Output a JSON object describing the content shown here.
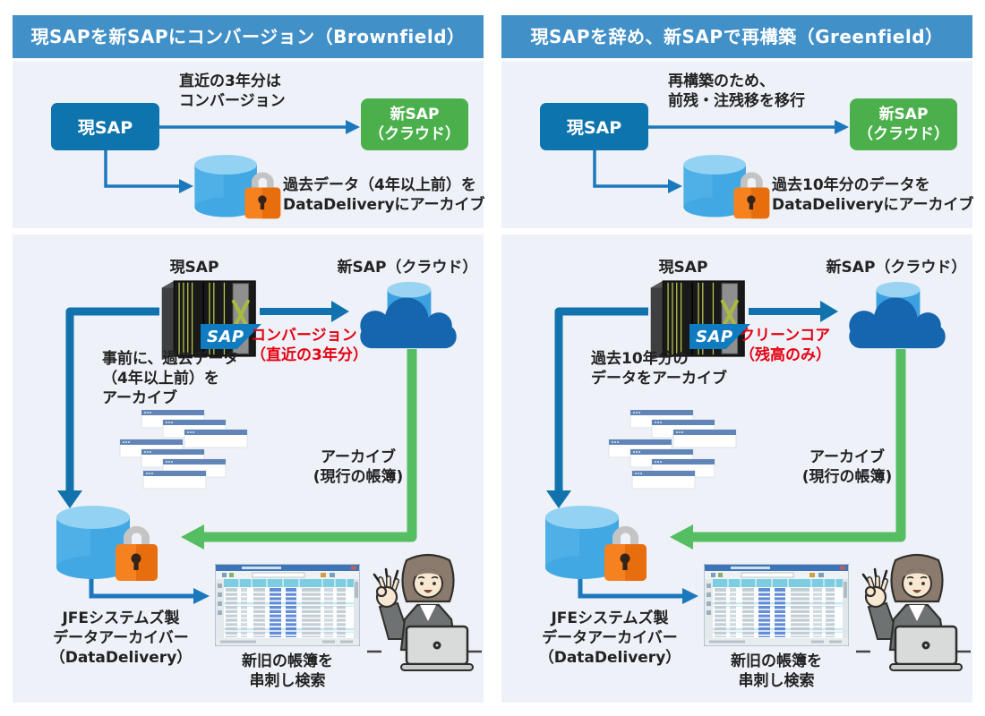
{
  "colors": {
    "header_bg": "#4190c8",
    "panel_bg": "#eef2f8",
    "primary_blue_box": "#0e74ae",
    "arrow_blue": "#1b78bd",
    "thick_arrow_blue": "#1272ae",
    "green_box": "#4bb04c",
    "green_arrow": "#55bd62",
    "red_label": "#e60012",
    "db_cylinder_blue": "#41a8e4",
    "lock_orange": "#f5821f",
    "cloud_dark_blue": "#1565af",
    "sap_logo_blue": "#0f7bc0",
    "text_dark": "#222222"
  },
  "columns": [
    {
      "header": "現SAPを新SAPにコンバージョン（Brownfield）",
      "top": {
        "source": "現SAP",
        "arrow_lines": [
          "直近の3年分は",
          "コンバージョン"
        ],
        "target_lines": [
          "新SAP",
          "（クラウド）"
        ],
        "archive_lines": [
          "過去データ（4年以上前）を",
          "DataDeliveryにアーカイブ"
        ]
      },
      "bottom": {
        "source_label": "現SAP",
        "target_label": "新SAP（クラウド）",
        "sap_logo": "SAP",
        "migration_lines": [
          "コンバージョン",
          "（直近の3年分）"
        ],
        "pre_archive_lines": [
          "事前に、過去データ",
          "（4年以上前）を",
          "アーカイブ"
        ],
        "archive_flow_lines": [
          "アーカイブ",
          "(現行の帳簿)"
        ],
        "archiver_lines": [
          "JFEシステムズ製",
          "データアーカイバー",
          "（DataDelivery）"
        ],
        "search_lines": [
          "新旧の帳簿を",
          "串刺し検索"
        ]
      }
    },
    {
      "header": "現SAPを辞め、新SAPで再構築（Greenfield）",
      "top": {
        "source": "現SAP",
        "arrow_lines": [
          "再構築のため、",
          "前残・注残移を移行"
        ],
        "target_lines": [
          "新SAP",
          "（クラウド）"
        ],
        "archive_lines": [
          "過去10年分のデータを",
          "DataDeliveryにアーカイブ"
        ]
      },
      "bottom": {
        "source_label": "現SAP",
        "target_label": "新SAP（クラウド）",
        "sap_logo": "SAP",
        "migration_lines": [
          "クリーンコア",
          "（残高のみ）"
        ],
        "pre_archive_lines": [
          "過去10年分の",
          "データをアーカイブ"
        ],
        "archive_flow_lines": [
          "アーカイブ",
          "(現行の帳簿)"
        ],
        "archiver_lines": [
          "JFEシステムズ製",
          "データアーカイバー",
          "（DataDelivery）"
        ],
        "search_lines": [
          "新旧の帳簿を",
          "串刺し検索"
        ]
      }
    }
  ]
}
